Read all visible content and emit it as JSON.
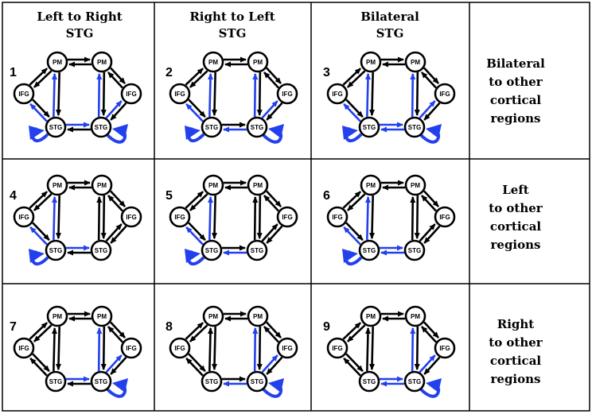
{
  "headers": [
    "Left to Right STG",
    "Right to Left STG",
    "Bilateral STG"
  ],
  "header_lines": [
    [
      "Left to Right",
      "STG"
    ],
    [
      "Right to Left",
      "STG"
    ],
    [
      "Bilateral",
      "STG"
    ]
  ],
  "row_labels": [
    [
      "Bilateral",
      "to other",
      "cortical",
      "regions"
    ],
    [
      "Left",
      "to other",
      "cortical",
      "regions"
    ],
    [
      "Right",
      "to other",
      "cortical",
      "regions"
    ]
  ],
  "node_labels": {
    "pm": "PM",
    "ifg": "IFG",
    "stg": "STG"
  },
  "colors": {
    "black": "#000000",
    "blue": "#2340ee"
  },
  "models": [
    {
      "number": "1",
      "stg_direction": "left-to-right",
      "blue_side": "both"
    },
    {
      "number": "2",
      "stg_direction": "right-to-left",
      "blue_side": "both"
    },
    {
      "number": "3",
      "stg_direction": "bilateral",
      "blue_side": "both"
    },
    {
      "number": "4",
      "stg_direction": "left-to-right",
      "blue_side": "left"
    },
    {
      "number": "5",
      "stg_direction": "right-to-left",
      "blue_side": "left"
    },
    {
      "number": "6",
      "stg_direction": "bilateral",
      "blue_side": "left"
    },
    {
      "number": "7",
      "stg_direction": "left-to-right",
      "blue_side": "right"
    },
    {
      "number": "8",
      "stg_direction": "right-to-left",
      "blue_side": "right"
    },
    {
      "number": "9",
      "stg_direction": "bilateral",
      "blue_side": "right"
    }
  ]
}
